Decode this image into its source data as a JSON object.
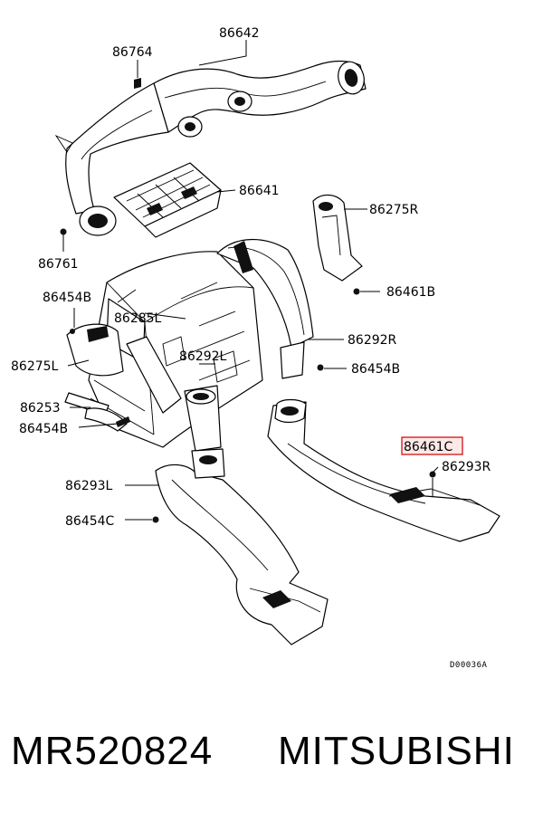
{
  "diagram": {
    "highlight_color": "#d00000",
    "labels": {
      "p86642": "86642",
      "p86764": "86764",
      "p86641": "86641",
      "p86761": "86761",
      "p86275R": "86275R",
      "p86461B": "86461B",
      "p86454B_top": "86454B",
      "p86285L": "86285L",
      "p86275L": "86275L",
      "p86292L": "86292L",
      "p86292R": "86292R",
      "p86454B_right": "86454B",
      "p86253": "86253",
      "p86454B_left": "86454B",
      "p86461C": "86461C",
      "p86293R": "86293R",
      "p86293L": "86293L",
      "p86454C": "86454C"
    },
    "drawing_code": "D00036A"
  },
  "footer": {
    "part_number": "MR520824",
    "brand": "MITSUBISHI"
  }
}
